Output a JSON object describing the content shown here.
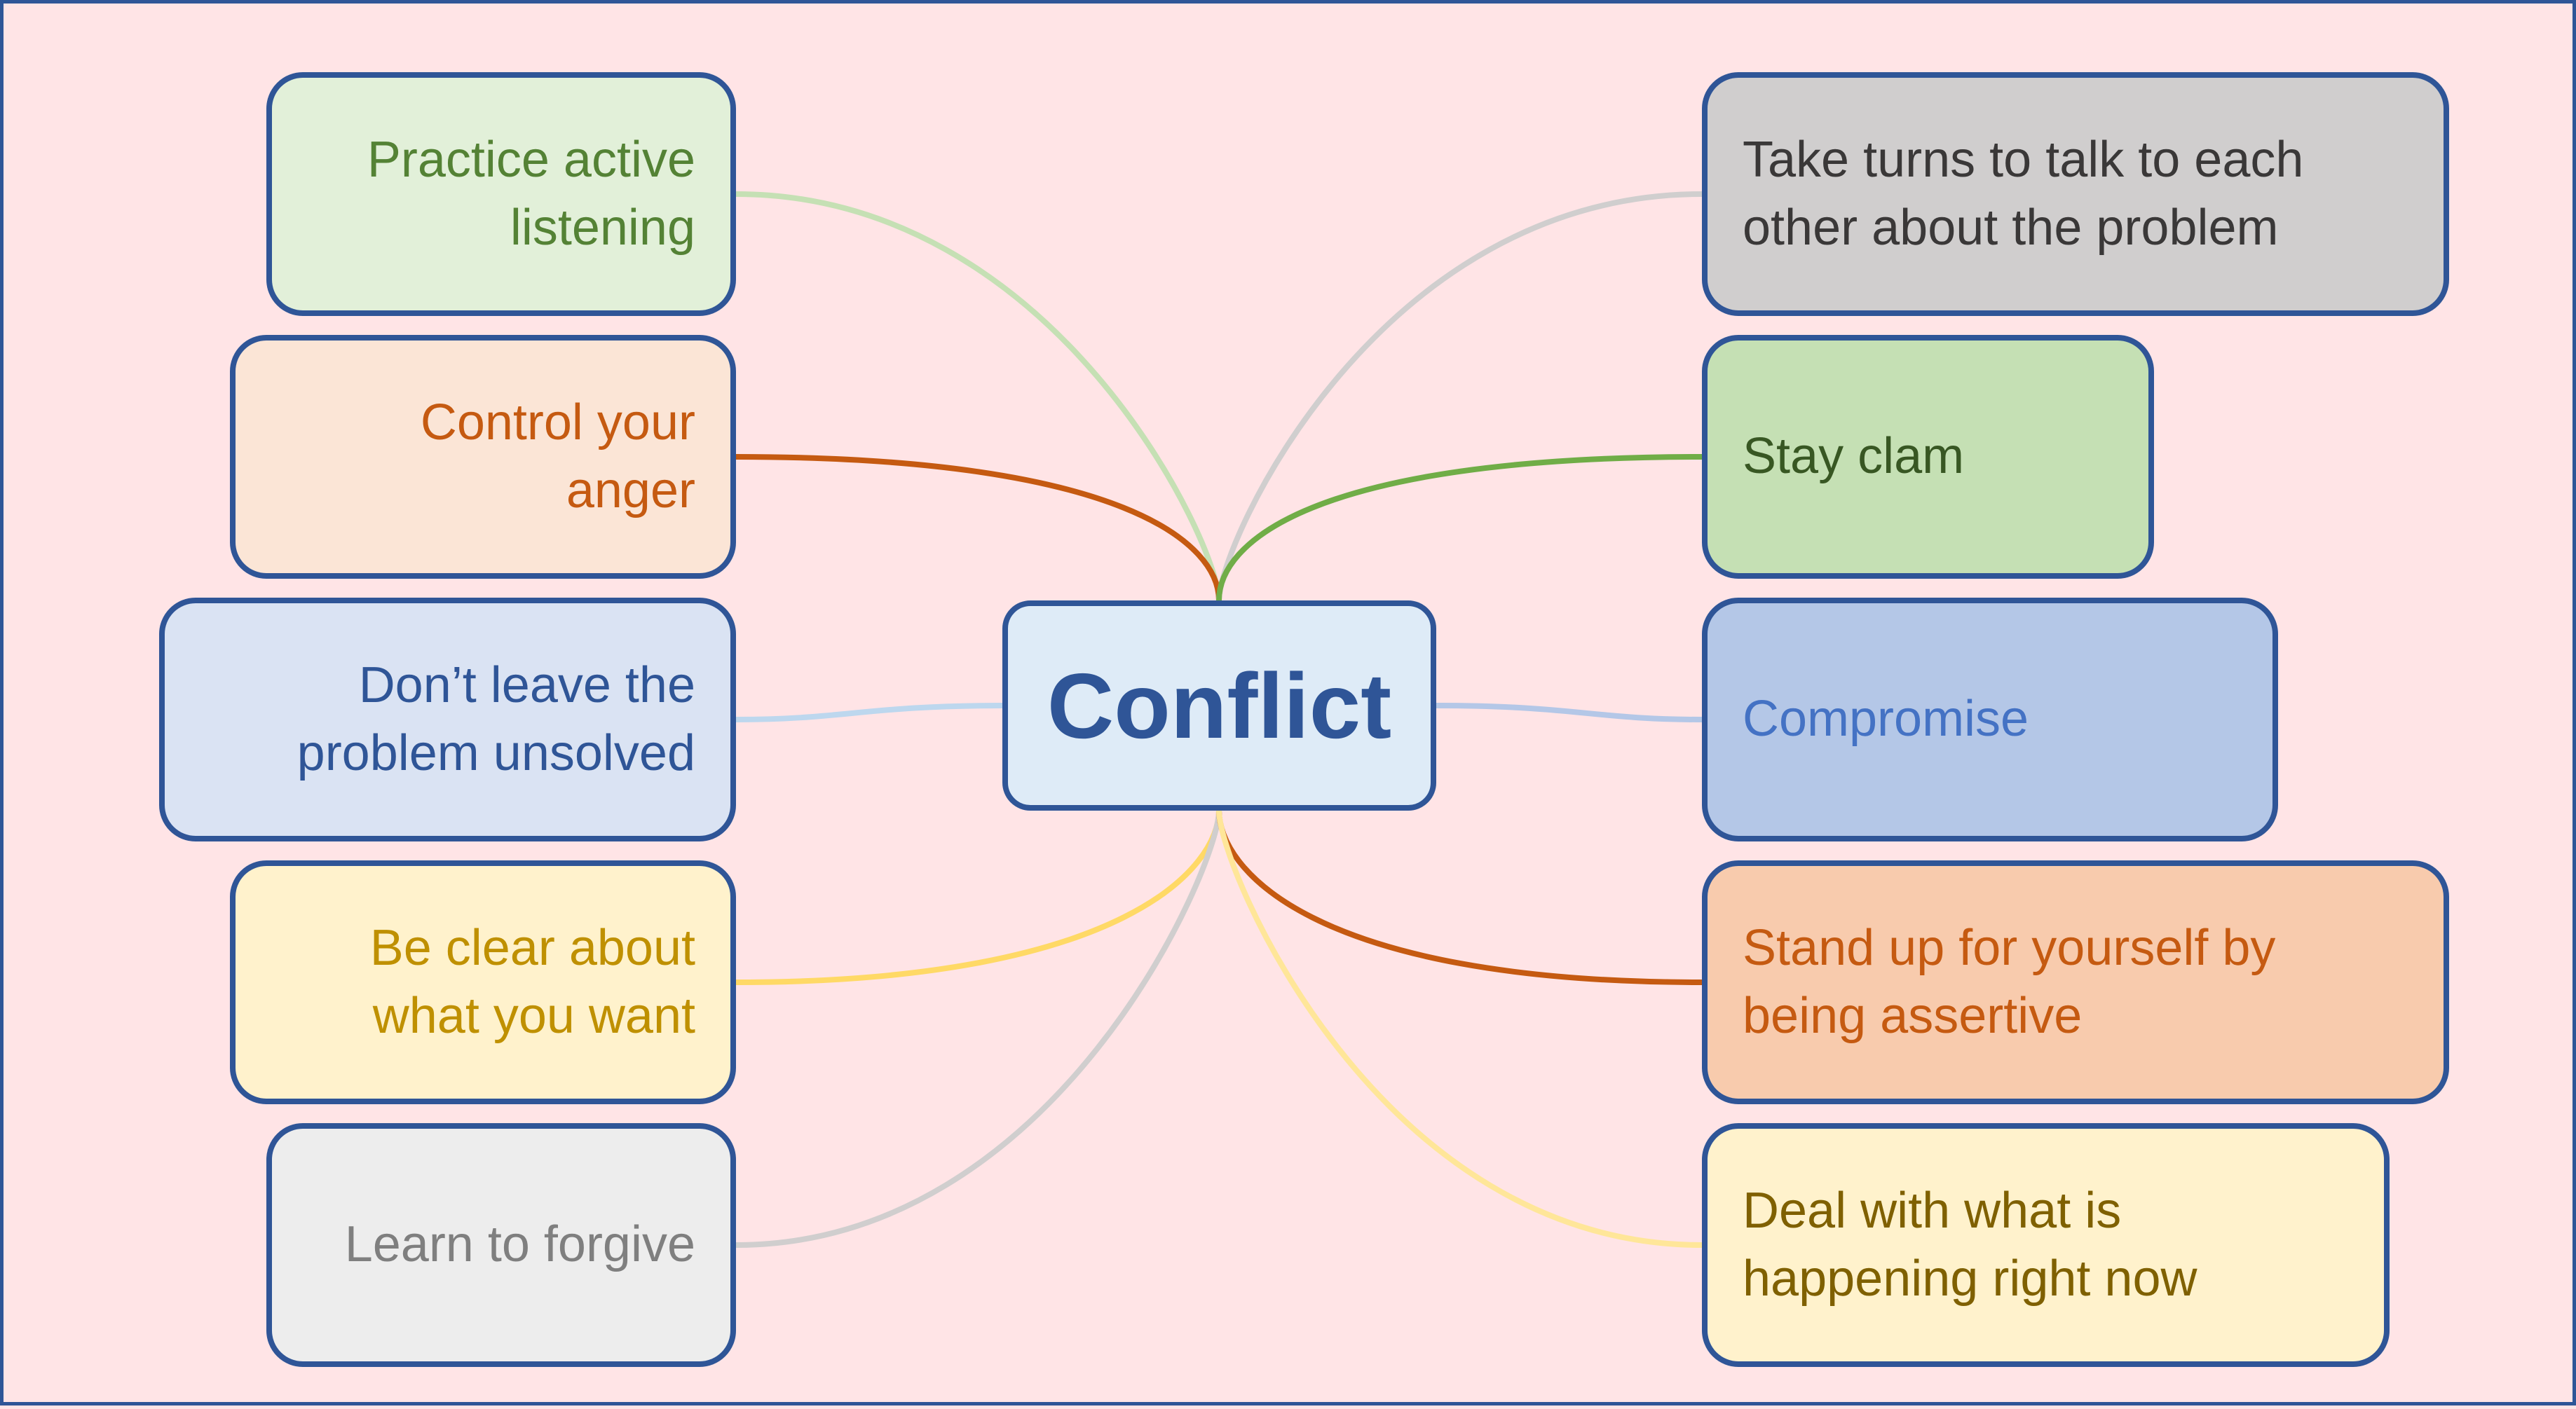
{
  "center": {
    "label": "Conflict",
    "fill": "#deebf7",
    "color": "#2f5597"
  },
  "left_nodes": [
    {
      "label": "Practice active\nlistening",
      "fill": "#e2f0d9",
      "color": "#548235",
      "line": "#c5e0b4"
    },
    {
      "label": "Control your\nanger",
      "fill": "#fbe5d6",
      "color": "#c55a11",
      "line": "#c55a11"
    },
    {
      "label": "Don’t leave the\nproblem unsolved",
      "fill": "#dae3f3",
      "color": "#2f5597",
      "line": "#bdd7ee"
    },
    {
      "label": "Be clear about\nwhat you want",
      "fill": "#fff2cc",
      "color": "#bf9000",
      "line": "#ffd966"
    },
    {
      "label": "Learn to forgive",
      "fill": "#ededed",
      "color": "#7f7f7f",
      "line": "#d0cece"
    }
  ],
  "right_nodes": [
    {
      "label": "Take turns to talk to each\nother about the problem",
      "fill": "#d0cece",
      "color": "#3a3838",
      "line": "#d0cece"
    },
    {
      "label": "Stay clam",
      "fill": "#c5e0b4",
      "color": "#385723",
      "line": "#70ad47"
    },
    {
      "label": "Compromise",
      "fill": "#b4c7e7",
      "color": "#4472c4",
      "line": "#b4c7e7"
    },
    {
      "label": "Stand up for yourself by\nbeing assertive",
      "fill": "#f8cbad",
      "color": "#c55a11",
      "line": "#c55a11"
    },
    {
      "label": "Deal with what is\nhappening right now",
      "fill": "#fff2cc",
      "color": "#7f6000",
      "line": "#ffe699"
    }
  ]
}
